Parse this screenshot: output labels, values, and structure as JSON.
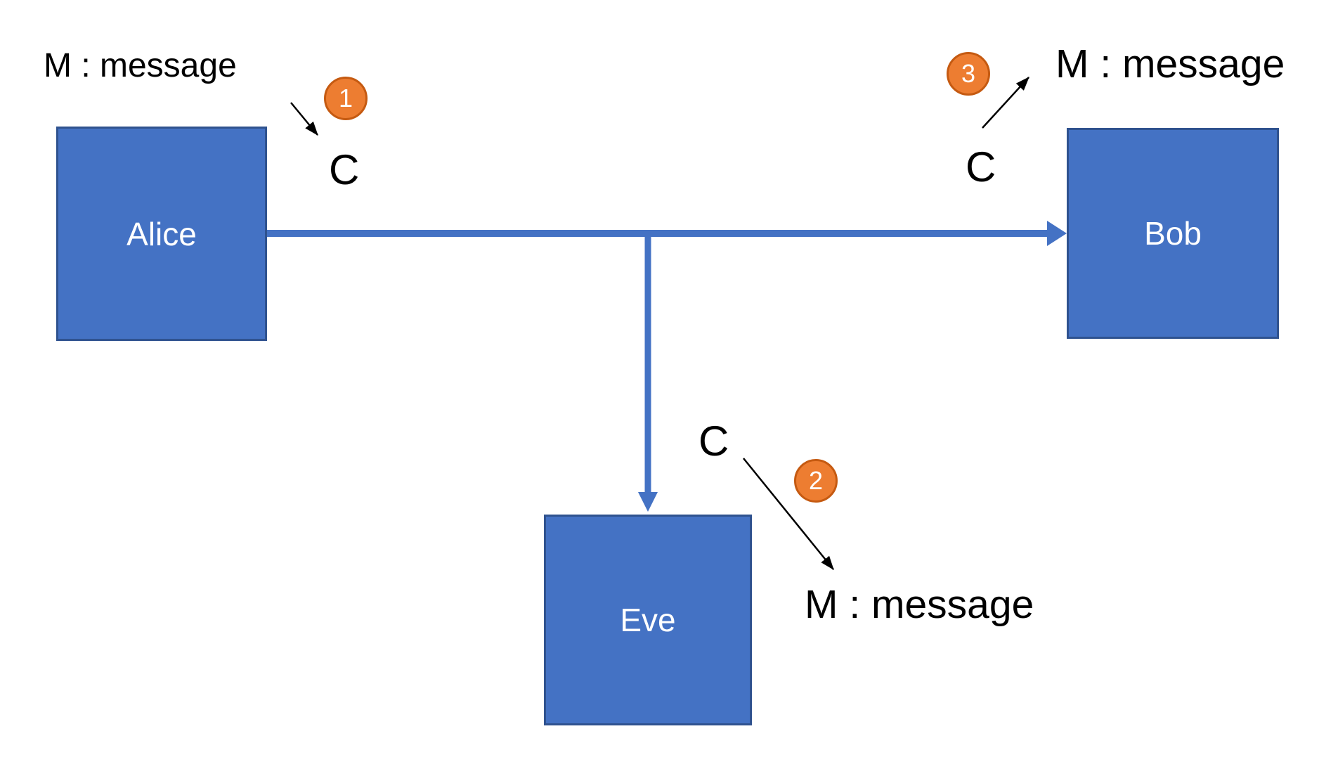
{
  "colors": {
    "background": "#ffffff",
    "node_fill": "#4472c4",
    "node_border": "#2f528f",
    "node_text": "#ffffff",
    "connector": "#4472c4",
    "annotation_arrow": "#000000",
    "label_text": "#000000",
    "badge_fill": "#ed7d31",
    "badge_border": "#c55a11",
    "badge_text": "#ffffff"
  },
  "nodes": {
    "alice": {
      "label": "Alice"
    },
    "bob": {
      "label": "Bob"
    },
    "eve": {
      "label": "Eve"
    }
  },
  "annotations": {
    "alice": {
      "message_label": "M : message",
      "cipher_label": "C",
      "step_badge": "1"
    },
    "eve": {
      "message_label": "M : message",
      "cipher_label": "C",
      "step_badge": "2"
    },
    "bob": {
      "message_label": "M : message",
      "cipher_label": "C",
      "step_badge": "3"
    }
  }
}
